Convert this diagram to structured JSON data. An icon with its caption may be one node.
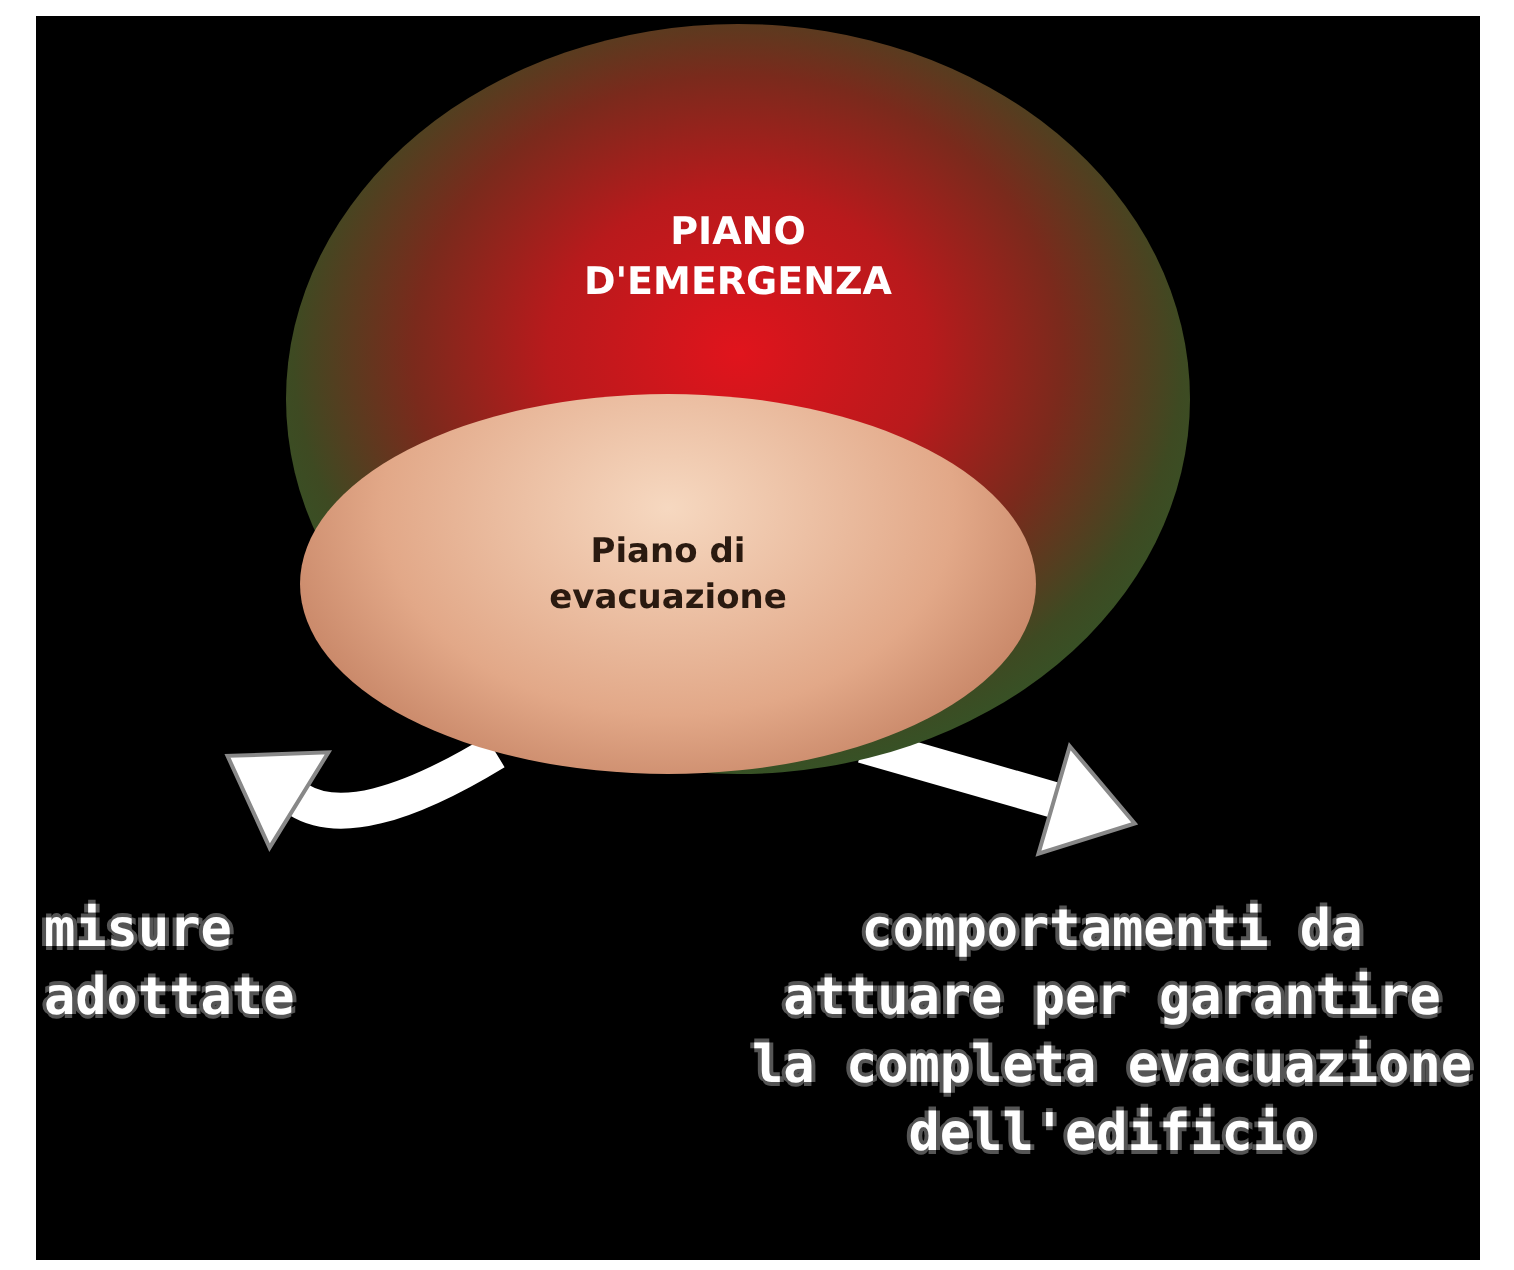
{
  "diagram": {
    "nodes": [
      {
        "text": [
          "PIANO D'EMERGENZA"
        ]
      },
      {
        "text": [
          "Piano di evacuazione"
        ],
        "in": 0
      },
      {
        "text": [
          "misure adottate"
        ]
      },
      {
        "text": [
          "comportamenti da attuare per garantire la completa evacuazione dell'edificio"
        ]
      }
    ],
    "edges": [
      {
        "from": 1,
        "to": 2,
        "arrow": "to"
      },
      {
        "from": 1,
        "to": 3,
        "arrow": "to"
      }
    ]
  }
}
